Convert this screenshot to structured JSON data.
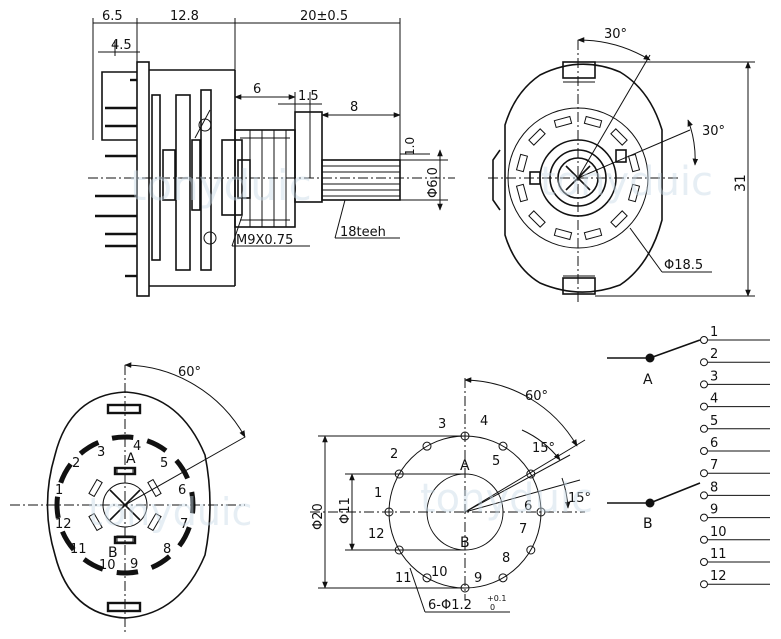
{
  "side_view": {
    "dim_6_5": "6.5",
    "dim_12_8": "12.8",
    "dim_20": "20±0.5",
    "dim_4_5": "4.5",
    "dim_6": "6",
    "dim_1_5": "1.5",
    "dim_8": "8",
    "dim_1_0": "1.0",
    "dim_d6": "Φ6.0",
    "thread_label": "M9X0.75",
    "teeth_label": "18teeh"
  },
  "front_view": {
    "angle_top": "30°",
    "angle_right": "30°",
    "height": "31",
    "diameter": "Φ18.5"
  },
  "rear_view": {
    "angle": "60°",
    "contacts": [
      "1",
      "2",
      "3",
      "4",
      "5",
      "6",
      "7",
      "8",
      "9",
      "10",
      "11",
      "12"
    ],
    "pole_a": "A",
    "pole_b": "B"
  },
  "pin_layout": {
    "angle_60": "60°",
    "angle_15a": "15°",
    "angle_15b": "15°",
    "dia_outer": "Φ20",
    "dia_inner": "Φ11",
    "holes": "6-Φ1.2",
    "hole_tol_upper": "+0.1",
    "hole_tol_lower": "0",
    "pins": [
      "1",
      "2",
      "3",
      "4",
      "5",
      "6",
      "7",
      "8",
      "9",
      "10",
      "11",
      "12"
    ],
    "pole_a": "A",
    "pole_b": "B"
  },
  "schematic": {
    "pole_a": "A",
    "pole_b": "B",
    "terminals": [
      "1",
      "2",
      "3",
      "4",
      "5",
      "6",
      "7",
      "8",
      "9",
      "10",
      "11",
      "12"
    ]
  },
  "watermark": "tonyduic"
}
